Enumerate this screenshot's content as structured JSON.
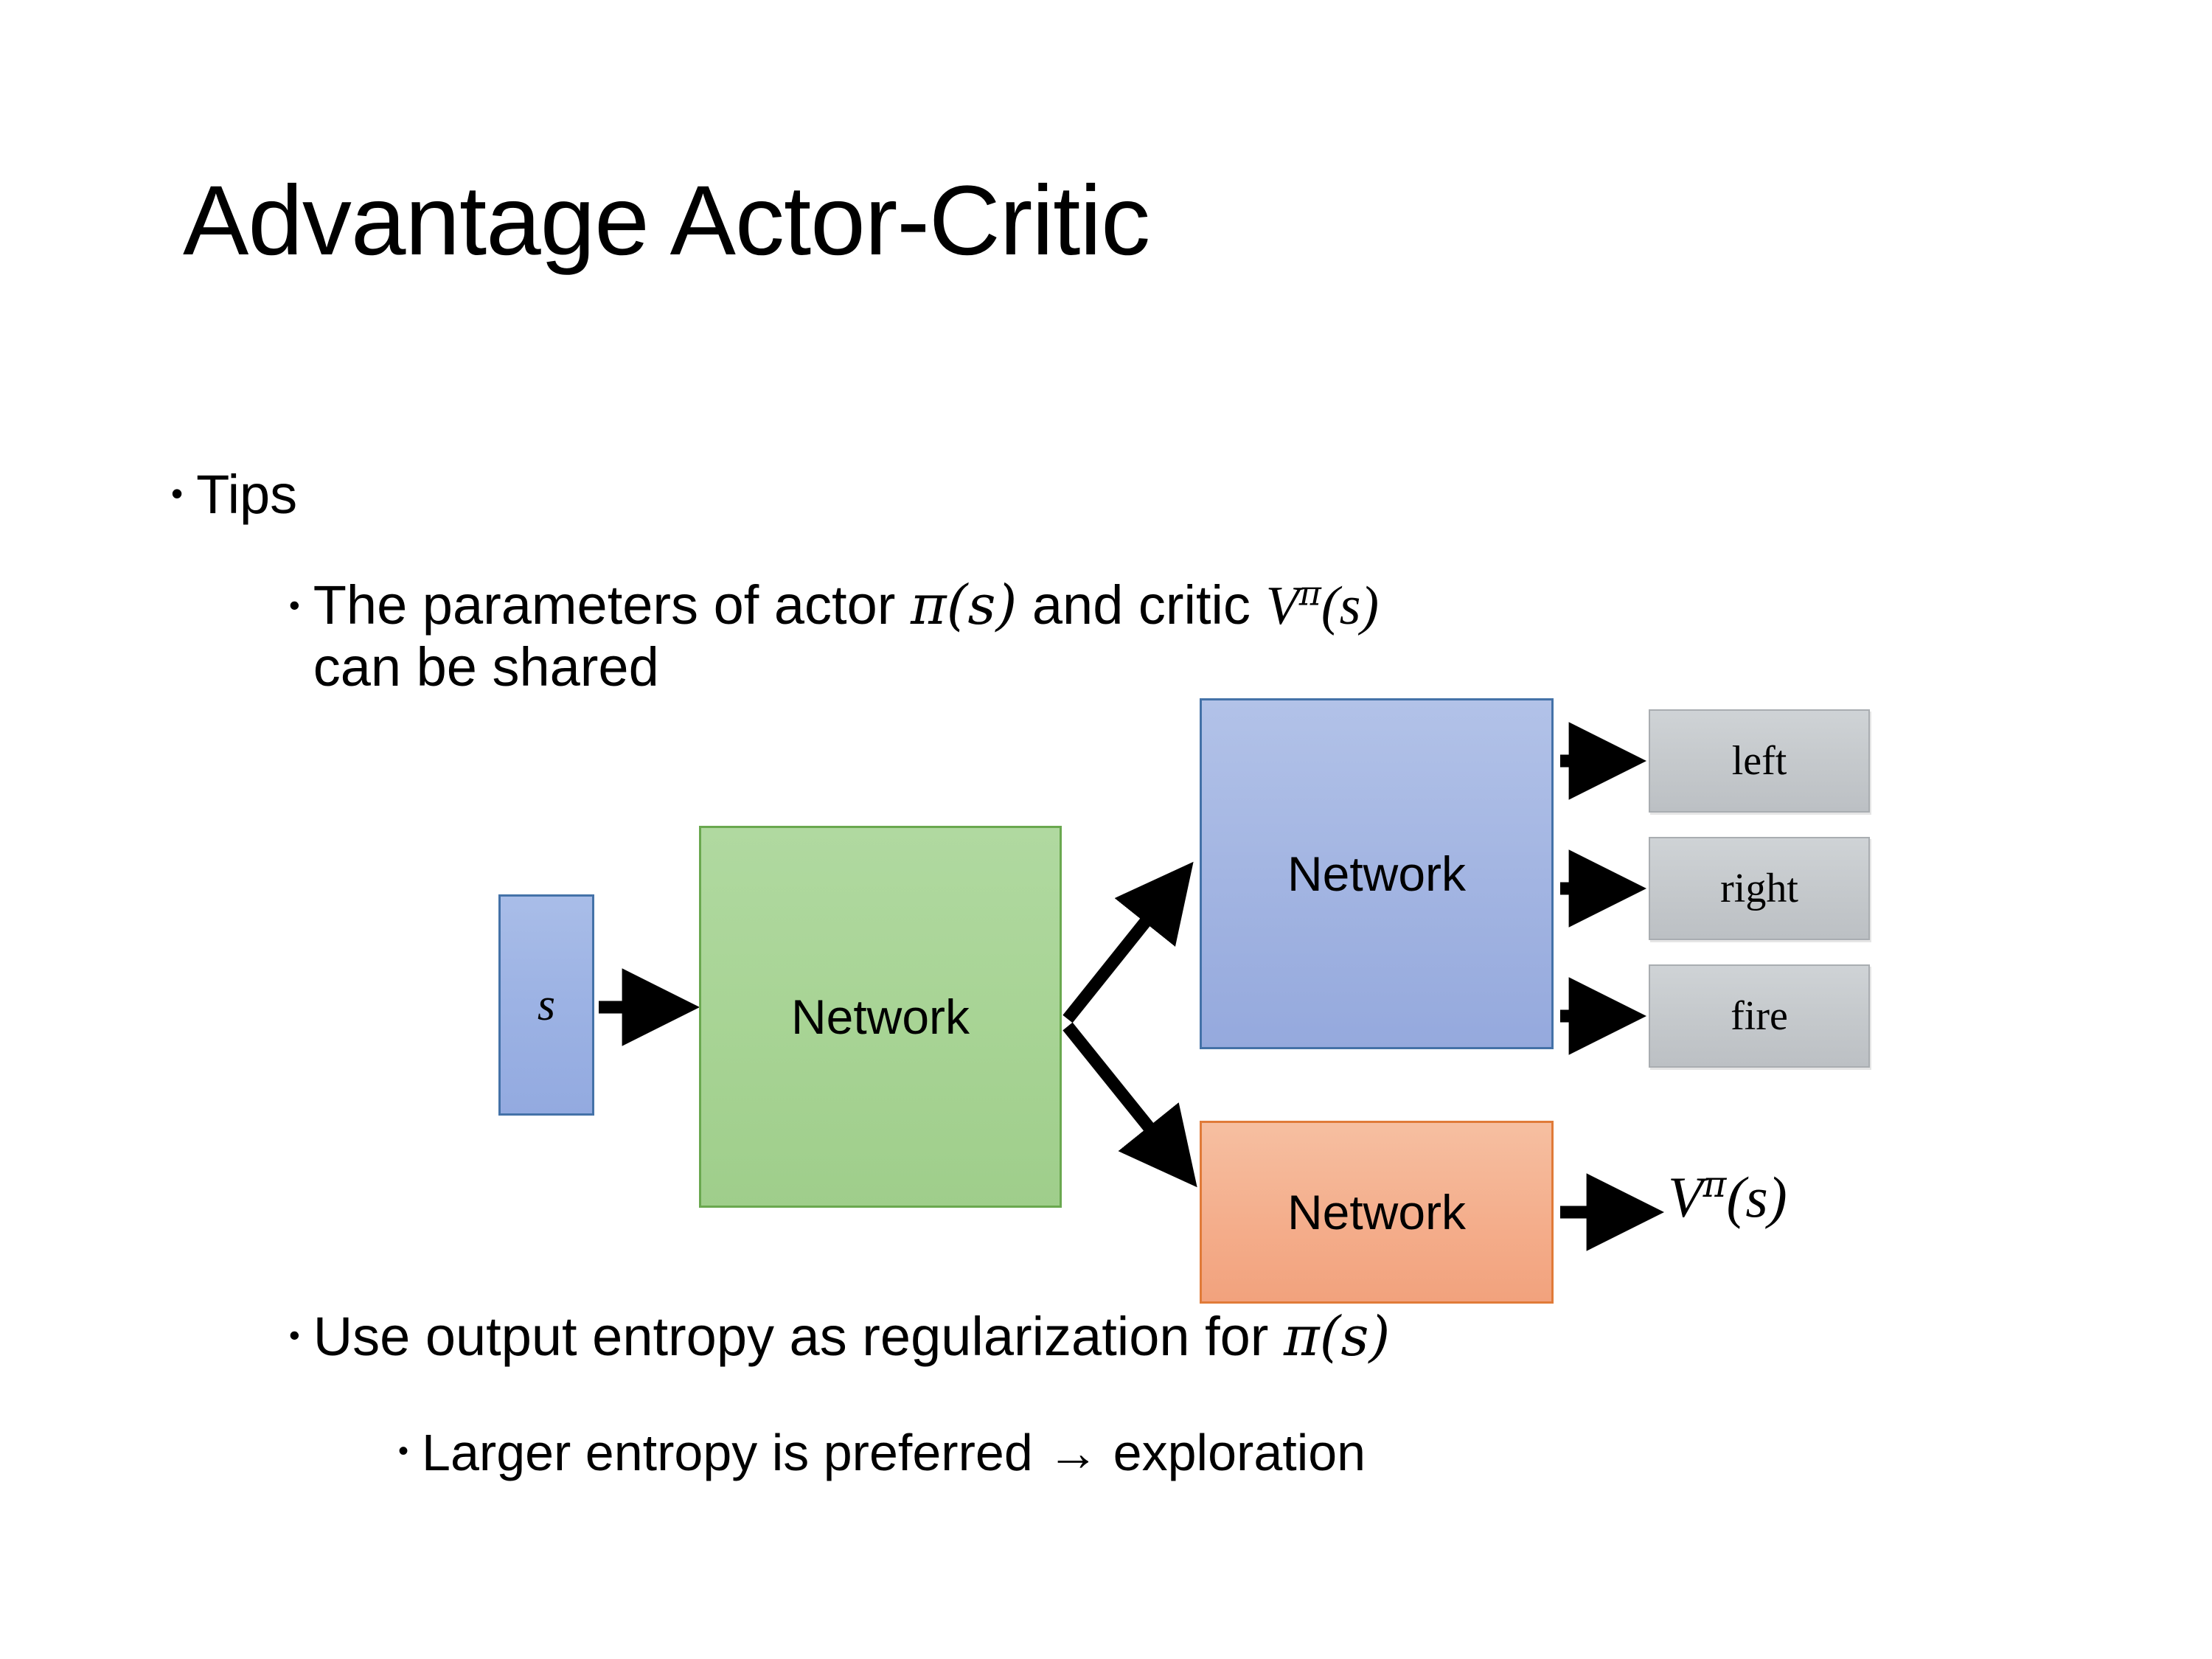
{
  "slide": {
    "title": "Advantage Actor-Critic",
    "background_color": "#ffffff"
  },
  "bullets": {
    "tips": {
      "marker": "•",
      "text": "Tips"
    },
    "shared_params": {
      "marker": "•",
      "line1_pre": "The parameters of actor ",
      "math_actor": "π(s)",
      "line1_mid": "  and critic ",
      "math_critic_base": "V",
      "math_critic_sup": "π",
      "math_critic_arg": "(s)",
      "line2": "can be shared"
    },
    "entropy": {
      "marker": "•",
      "pre": "Use output entropy as regularization for ",
      "math": "π(s)"
    },
    "larger_entropy": {
      "marker": "•",
      "text": "Larger entropy is preferred → exploration"
    }
  },
  "diagram": {
    "input_node": {
      "label": "s",
      "fill": "#9db3e4",
      "stroke": "#4472a8"
    },
    "shared_network": {
      "label": "Network",
      "fill": "#a8d495",
      "stroke": "#6aa84f"
    },
    "actor_network": {
      "label": "Network",
      "fill": "#a3b5e2",
      "stroke": "#4472a8"
    },
    "critic_network": {
      "label": "Network",
      "fill": "#f4ae8c",
      "stroke": "#e07b39"
    },
    "actions": [
      {
        "label": "left",
        "fill": "#c6cacd"
      },
      {
        "label": "right",
        "fill": "#c6cacd"
      },
      {
        "label": "fire",
        "fill": "#c6cacd"
      }
    ],
    "critic_output": {
      "base": "V",
      "sup": "π",
      "arg": "(s)"
    },
    "arrow_color": "#000000"
  }
}
